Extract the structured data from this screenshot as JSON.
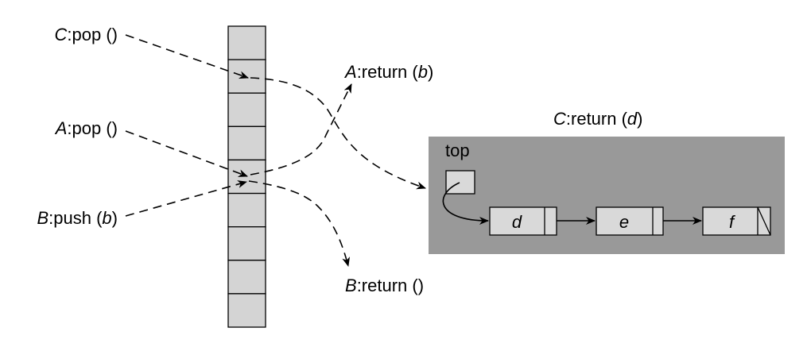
{
  "labels": {
    "c_pop": {
      "actor": "C",
      "text": ":pop ()"
    },
    "a_pop": {
      "actor": "A",
      "text": ":pop ()"
    },
    "b_push": {
      "actor": "B",
      "text": ":push (",
      "arg": "b",
      "close": ")"
    },
    "a_return": {
      "actor": "A",
      "text": ":return (",
      "arg": "b",
      "close": ")"
    },
    "b_return": {
      "actor": "B",
      "text": ":return ()"
    },
    "c_return": {
      "actor": "C",
      "text": ":return (",
      "arg": "d",
      "close": ")"
    }
  },
  "stack": {
    "slot_count": 9
  },
  "list": {
    "top_label": "top",
    "nodes": [
      {
        "value": "d"
      },
      {
        "value": "e"
      },
      {
        "value": "f"
      }
    ]
  },
  "colors": {
    "stack_fill": "#d4d4d4",
    "panel_fill": "#999999",
    "node_fill": "#d9d9d9",
    "stroke": "#000000"
  }
}
